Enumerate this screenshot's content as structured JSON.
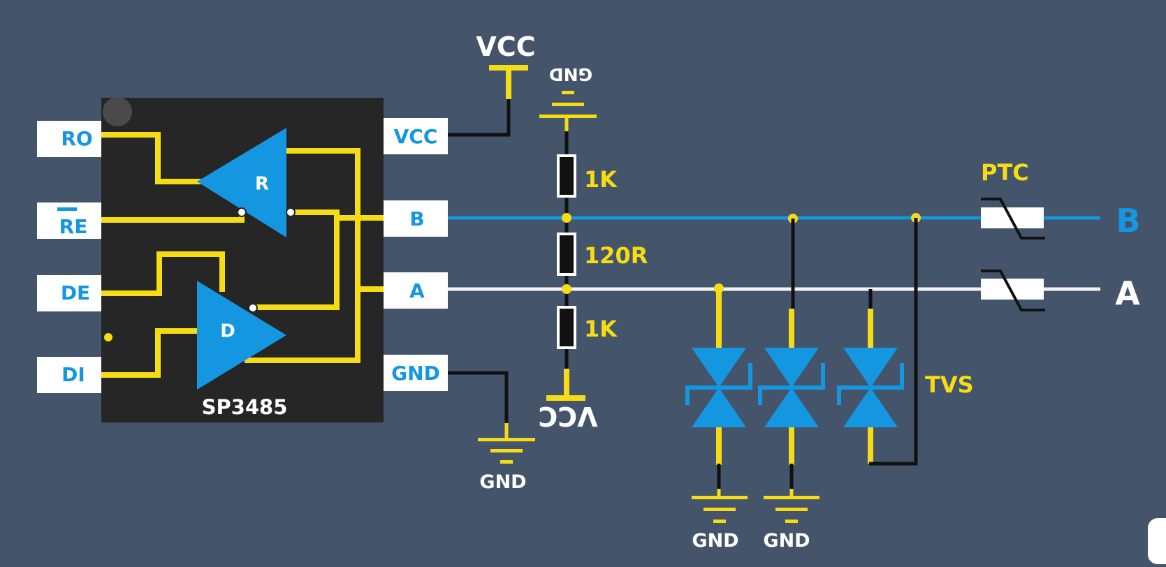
{
  "chip": {
    "name": "SP3485",
    "left_pins": [
      "RO",
      "RE",
      "DE",
      "DI"
    ],
    "right_pins": [
      "VCC",
      "B",
      "A",
      "GND"
    ],
    "receiver_label": "R",
    "driver_label": "D"
  },
  "power": {
    "vcc_top": "VCC",
    "gnd_top": "GND",
    "vcc_bottom": "VCC",
    "gnd_chip": "GND"
  },
  "resistors": {
    "pullup": "1K",
    "termination": "120R",
    "pulldown": "1K"
  },
  "protection": {
    "ptc": "PTC",
    "tvs": "TVS",
    "gnd_tvs_1": "GND",
    "gnd_tvs_2": "GND"
  },
  "bus": {
    "b": "B",
    "a": "A"
  },
  "colors": {
    "background": "#44546a",
    "chip_body": "#262626",
    "wire_yellow": "#f5dc14",
    "wire_black": "#111111",
    "bus_blue": "#1496e0",
    "bus_white": "#f2f2f2",
    "label_blue": "#1496e0",
    "label_yellow": "#f5dc14"
  }
}
